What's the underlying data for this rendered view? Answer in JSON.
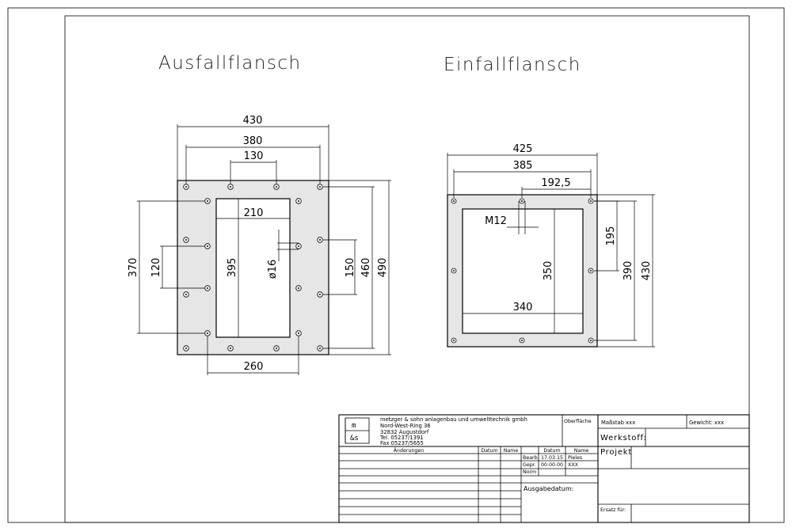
{
  "titles": {
    "left": "Ausfallflansch",
    "right": "Einfallflansch"
  },
  "left_flange": {
    "dims": {
      "overall_width": "430",
      "hole_width": "380",
      "hole_pitch_top": "130",
      "window_width": "210",
      "window_height": "395",
      "hole_diameter": "ø16",
      "left_span": "370",
      "left_pitch": "120",
      "right_pitch": "150",
      "right_span": "460",
      "overall_height": "490",
      "bottom_pitch": "260"
    }
  },
  "right_flange": {
    "dims": {
      "overall_width": "425",
      "hole_width": "385",
      "half_hole_width": "192,5",
      "thread": "M12",
      "window_width": "340",
      "window_height": "350",
      "half_hole_height": "195",
      "hole_height": "390",
      "overall_height": "430"
    }
  },
  "title_block": {
    "logo_top": "m",
    "logo_bottom": "&s",
    "company_lines": [
      "metzger & sohn anlagenbau und umwelttechnik gmbh",
      "Nord-West-Ring 36",
      "32832 Augustdorf",
      "Tel. 05237/1391",
      "Fax 05237/5655"
    ],
    "oberflaeche": "Oberfläche",
    "massstab": "Maßstab  xxx",
    "gewicht": "Gewicht: xxx",
    "werkstoff": "Werkstoff:",
    "projekt": "Projekt",
    "aenderungen_header": [
      "Änderungen",
      "Datum",
      "Name"
    ],
    "approval_header": [
      "",
      "Datum",
      "Name"
    ],
    "approval_rows": [
      [
        "Bearb.",
        "17.03.15",
        "Pieles"
      ],
      [
        "Gepr.",
        "00.00.00",
        "XXX"
      ],
      [
        "Norm",
        "",
        ""
      ]
    ],
    "ausgabedatum": "Ausgabedatum:",
    "ersatz_fuer": "Ersatz für:"
  }
}
